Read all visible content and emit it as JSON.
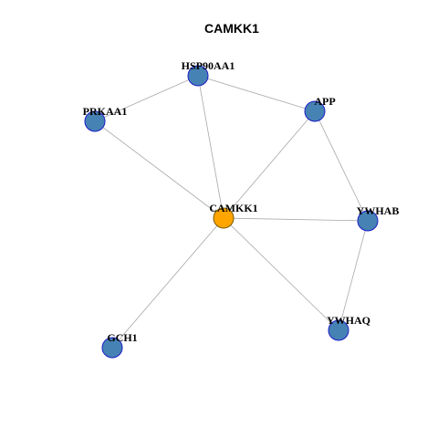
{
  "title": "CAMKK1",
  "colors": {
    "center_node_fill": "#FFA500",
    "center_node_stroke": "#7a5a00",
    "node_fill": "#4682B4",
    "node_stroke": "#1c1cc8",
    "edge": "#a8a8a8"
  },
  "nodes": [
    {
      "id": "CAMKK1",
      "label": "CAMKK1",
      "center": true
    },
    {
      "id": "HSP90AA1",
      "label": "HSP90AA1"
    },
    {
      "id": "PRKAA1",
      "label": "PRKAA1"
    },
    {
      "id": "APP",
      "label": "APP"
    },
    {
      "id": "YWHAB",
      "label": "YWHAB"
    },
    {
      "id": "YWHAQ",
      "label": "YWHAQ"
    },
    {
      "id": "GCH1",
      "label": "GCH1"
    }
  ],
  "edges": [
    [
      "HSP90AA1",
      "PRKAA1"
    ],
    [
      "HSP90AA1",
      "APP"
    ],
    [
      "HSP90AA1",
      "CAMKK1"
    ],
    [
      "PRKAA1",
      "CAMKK1"
    ],
    [
      "APP",
      "CAMKK1"
    ],
    [
      "APP",
      "YWHAB"
    ],
    [
      "CAMKK1",
      "YWHAB"
    ],
    [
      "CAMKK1",
      "YWHAQ"
    ],
    [
      "CAMKK1",
      "GCH1"
    ],
    [
      "YWHAB",
      "YWHAQ"
    ]
  ]
}
